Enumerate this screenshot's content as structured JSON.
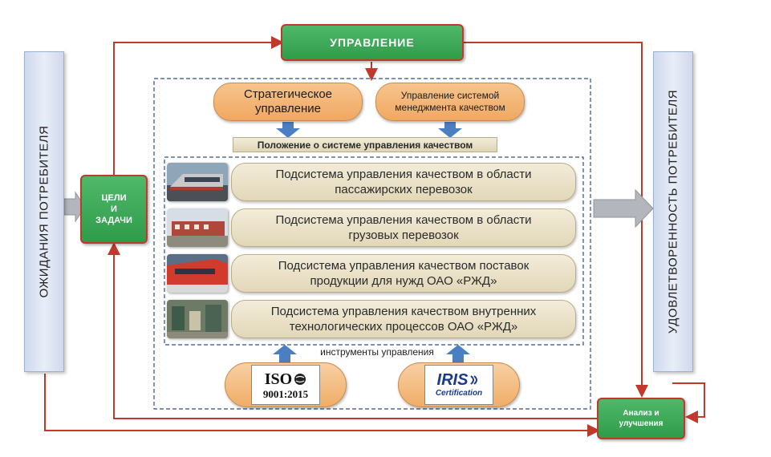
{
  "left_panel": {
    "label": "ОЖИДАНИЯ ПОТРЕБИТЕЛЯ"
  },
  "right_panel": {
    "label": "УДОВЛЕТВОРЕННОСТЬ ПОТРЕБИТЕЛЯ"
  },
  "management_box": {
    "label": "УПРАВЛЕНИЕ"
  },
  "goals_box": {
    "line1": "ЦЕЛИ",
    "line2": "И",
    "line3": "ЗАДАЧИ"
  },
  "analysis_box": {
    "line1": "Анализ и",
    "line2": "улучшения"
  },
  "top_ovals": [
    {
      "line1": "Стратегическое",
      "line2": "управление"
    },
    {
      "line1": "Управление системой",
      "line2": "менеджмента качеством"
    }
  ],
  "regulation_bar": {
    "label": "Положение о системе управления качеством"
  },
  "subsystems": [
    {
      "line1": "Подсистема управления качеством в области",
      "line2": "пассажирских перевозок",
      "photo": "passenger-train-photo"
    },
    {
      "line1": "Подсистема управления качеством в области",
      "line2": "грузовых перевозок",
      "photo": "freight-train-photo"
    },
    {
      "line1": "Подсистема управления качеством поставок",
      "line2": "продукции для нужд ОАО «РЖД»",
      "photo": "red-train-photo"
    },
    {
      "line1": "Подсистема управления качеством внутренних",
      "line2": "технологических процессов ОАО «РЖД»",
      "photo": "rail-yard-photo"
    }
  ],
  "tools_label": "инструменты управления",
  "logos": {
    "iso": {
      "top": "ISO",
      "bottom": "9001:2015"
    },
    "iris": {
      "top": "IRIS",
      "bottom": "Certification"
    }
  },
  "colors": {
    "arrow_red": "#c0392b",
    "green": "#3aa857",
    "blue_arrow": "#4a7fc1",
    "side_panel": "#dde5f3"
  }
}
